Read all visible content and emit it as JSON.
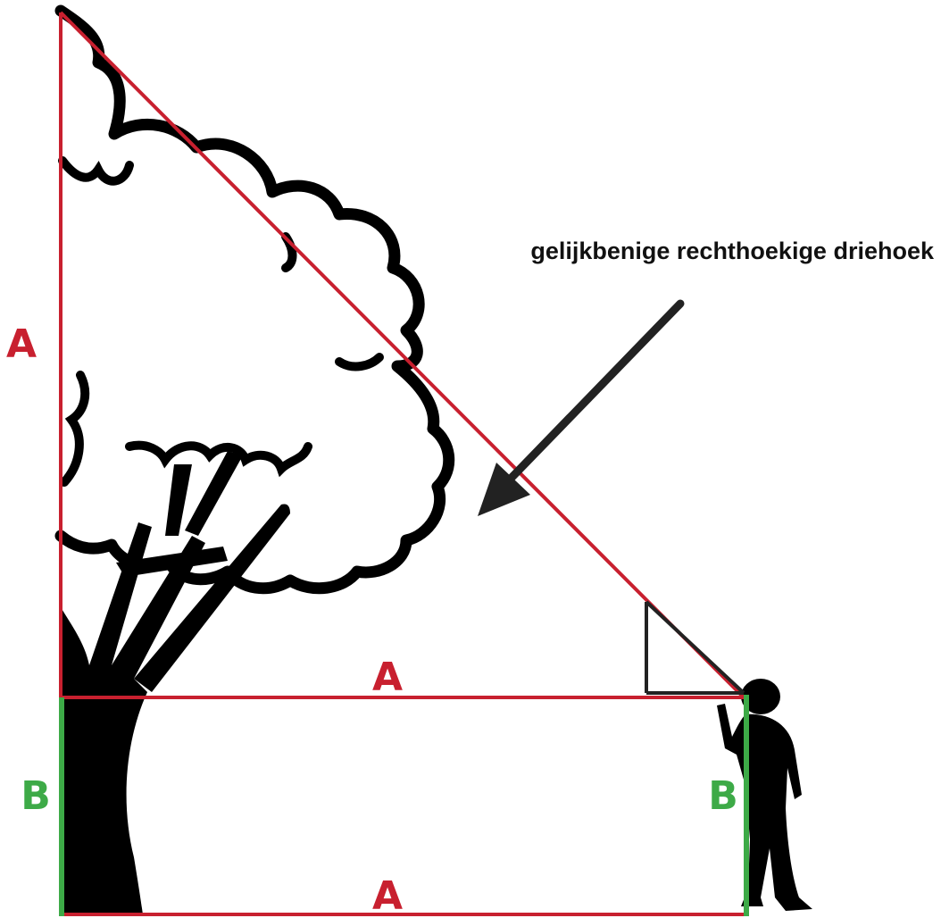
{
  "caption": "gelijkbenige rechthoekige driehoek",
  "labels": {
    "tree_height_upper": "A",
    "horizontal_top": "A",
    "horizontal_bottom": "A",
    "eye_height_left": "B",
    "eye_height_right": "B"
  },
  "colors": {
    "red": "#c8202f",
    "green": "#3daa47",
    "black": "#000000",
    "background": "#ffffff"
  },
  "icons": [
    "tree-icon",
    "person-icon",
    "arrow-icon",
    "right-angle-icon"
  ]
}
